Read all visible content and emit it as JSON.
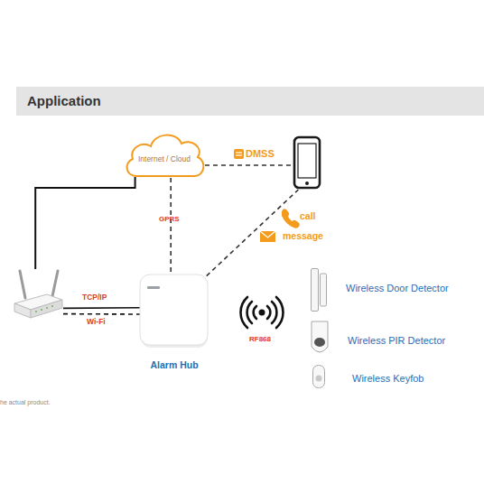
{
  "diagram": {
    "title": "Application",
    "nodes": [
      {
        "text": [
          "Internet / Cloud"
        ]
      },
      {
        "text": []
      },
      {
        "text": []
      },
      {
        "text": [
          "Alarm Hub"
        ]
      },
      {
        "text": [
          "Wireless Door Detector"
        ]
      },
      {
        "text": [
          "Wireless PIR Detector"
        ]
      },
      {
        "text": [
          "Wireless Keyfob"
        ]
      }
    ],
    "edges": [
      {
        "from": 0,
        "to": 1,
        "label": "DMSS",
        "arrow": "none"
      },
      {
        "from": 0,
        "to": 3,
        "label": "GPRS",
        "arrow": "none"
      },
      {
        "from": 3,
        "to": 1,
        "label": "call",
        "arrow": "none"
      },
      {
        "from": 2,
        "to": 3,
        "label": "TCP/IP",
        "arrow": "none"
      },
      {
        "from": 2,
        "to": 3,
        "label": "Wi-Fi",
        "arrow": "none"
      },
      {
        "from": 2,
        "to": 0,
        "arrow": "none"
      }
    ],
    "labels": [
      "message",
      "RF868",
      "he actual product."
    ]
  }
}
